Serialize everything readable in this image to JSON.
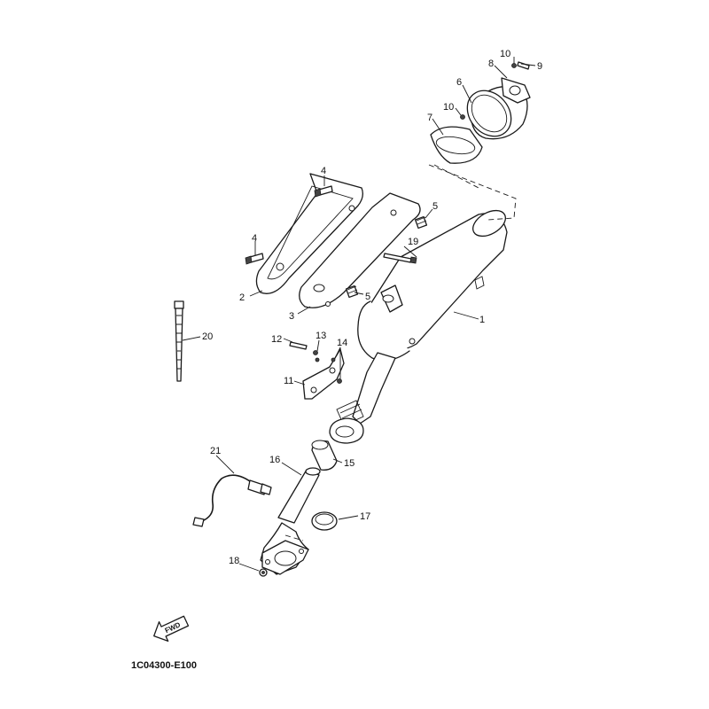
{
  "diagram_code": "1C04300-E100",
  "fwd_label": "FWD",
  "callouts": {
    "c1": "1",
    "c2": "2",
    "c3": "3",
    "c4a": "4",
    "c4b": "4",
    "c5a": "5",
    "c5b": "5",
    "c6": "6",
    "c7": "7",
    "c8": "8",
    "c9": "9",
    "c10a": "10",
    "c10b": "10",
    "c11": "11",
    "c12": "12",
    "c13": "13",
    "c14": "14",
    "c15": "15",
    "c16": "16",
    "c17": "17",
    "c18": "18",
    "c19": "19",
    "c20": "20",
    "c21": "21"
  }
}
